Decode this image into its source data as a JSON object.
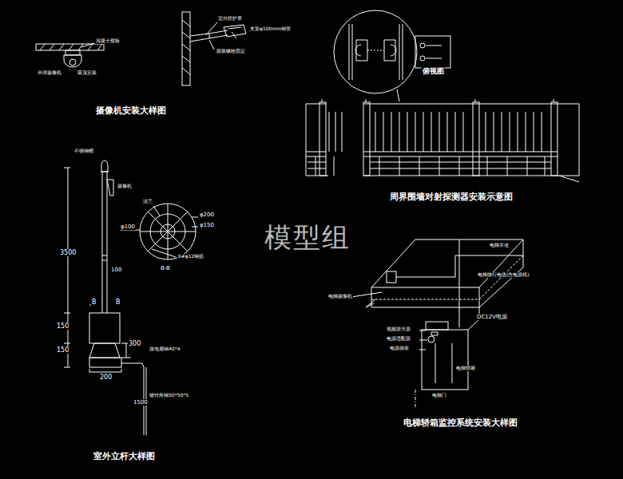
{
  "diagram": {
    "labels": [
      "摄像机安装大样图",
      "混凝土楼板",
      "半球摄像机",
      "吸顶安装",
      "室外防护罩",
      "支架φ100mm钢管",
      "膨胀螺栓固定",
      "俯视图",
      "周界围墙对射探测器安装示意图",
      "不锈钢帽",
      "摄像机",
      "3500",
      "100",
      "B",
      "B",
      "150",
      "150",
      "300",
      "200",
      "接地扁钢40*4",
      "镀锌角钢50*50*5",
      "1500",
      "室外立杆大样图",
      "法兰",
      "φ200",
      "φ150",
      "φ100",
      "6#φ12钢筋",
      "B-B",
      "电梯井道",
      "电梯随行电缆(含电源线)",
      "电梯摄像机",
      "视频放大器",
      "电源适配器",
      "电源插座",
      "DC12V电源",
      "电梯轿厢",
      "电梯门",
      "电梯轿箱监控系统安装大样图",
      "模型组"
    ]
  }
}
